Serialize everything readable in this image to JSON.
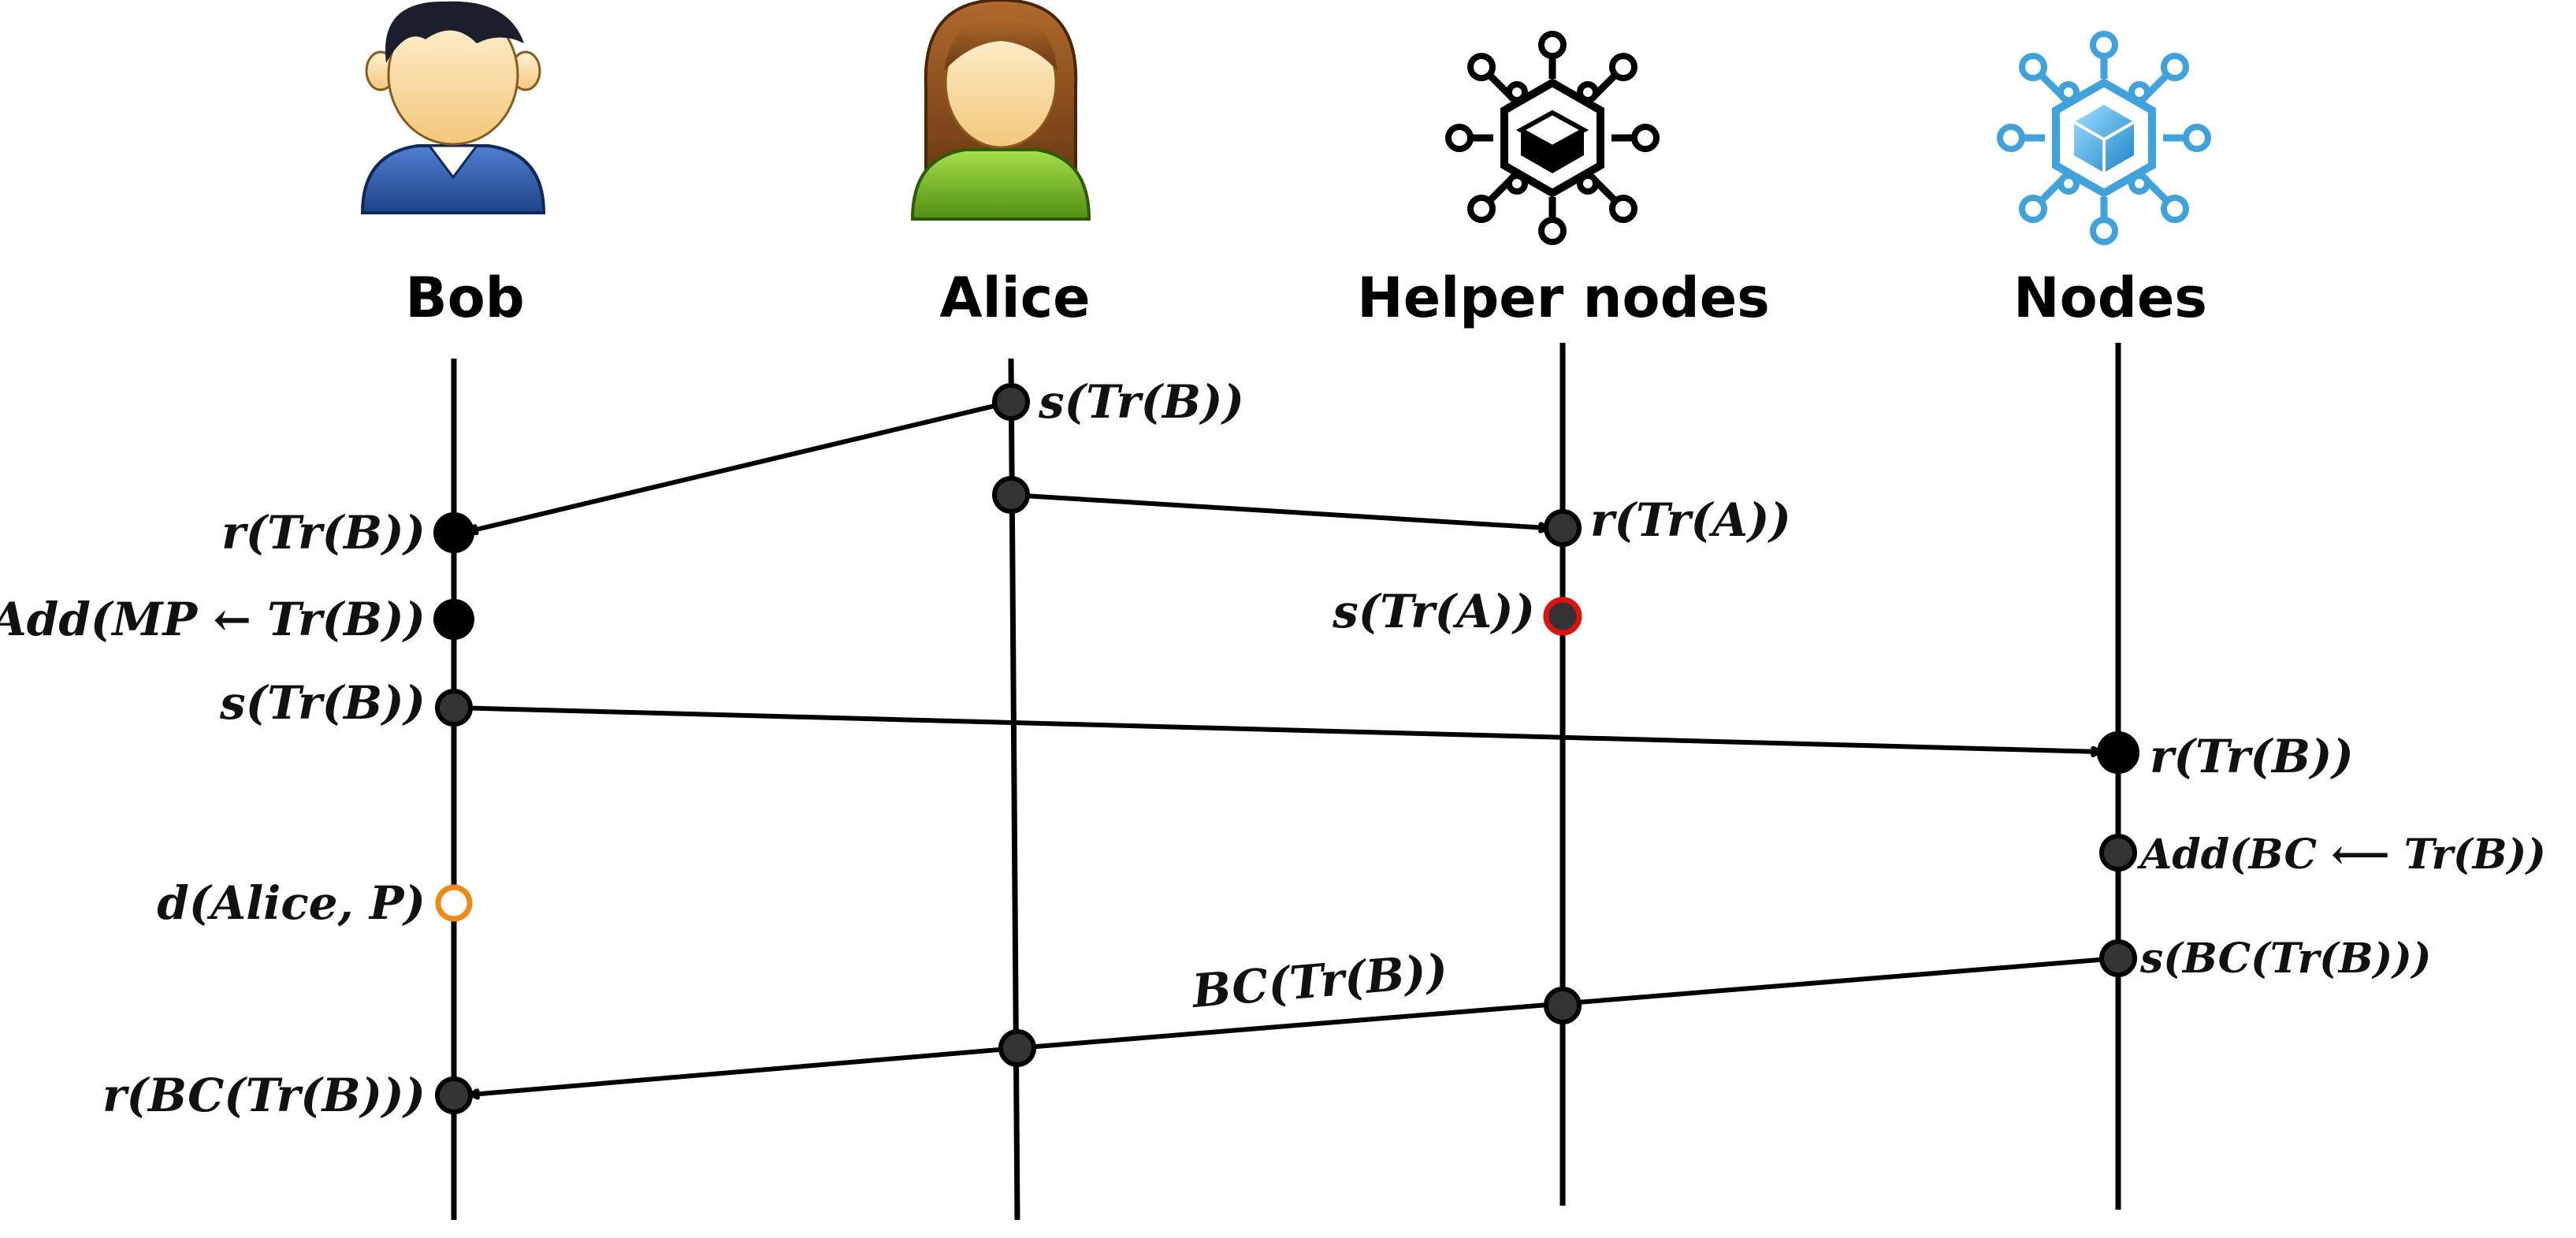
{
  "actors": {
    "bob": {
      "label": "Bob",
      "icon": "man-avatar-icon"
    },
    "alice": {
      "label": "Alice",
      "icon": "woman-avatar-icon"
    },
    "helpers": {
      "label": "Helper nodes",
      "icon": "network-node-icon-black"
    },
    "nodes": {
      "label": "Nodes",
      "icon": "network-node-icon-blue"
    }
  },
  "events": {
    "alice_send": "s(Tr(B))",
    "bob_receive": "r(Tr(B))",
    "bob_add": "Add(MP ← Tr(B))",
    "bob_send": "s(Tr(B))",
    "bob_detect": "d(Alice, P)",
    "bob_receive_bc": "r(BC(Tr(B)))",
    "helper_receive": "r(Tr(A))",
    "helper_send": "s(Tr(A))",
    "nodes_receive": "r(Tr(B))",
    "nodes_add": "Add(BC ⟵ Tr(B))",
    "nodes_send": "s(BC(Tr(B)))",
    "broadcast_label": "BC(Tr(B))"
  },
  "colors": {
    "line": "#000000",
    "dot": "#333333",
    "dot_dark": "#000000",
    "highlight_red": "#e01010",
    "highlight_orange": "#ef8a10",
    "bob_shirt": "#2b5aa6",
    "alice_shirt": "#7cbb2a",
    "nodes_blue": "#3ea2dc"
  }
}
